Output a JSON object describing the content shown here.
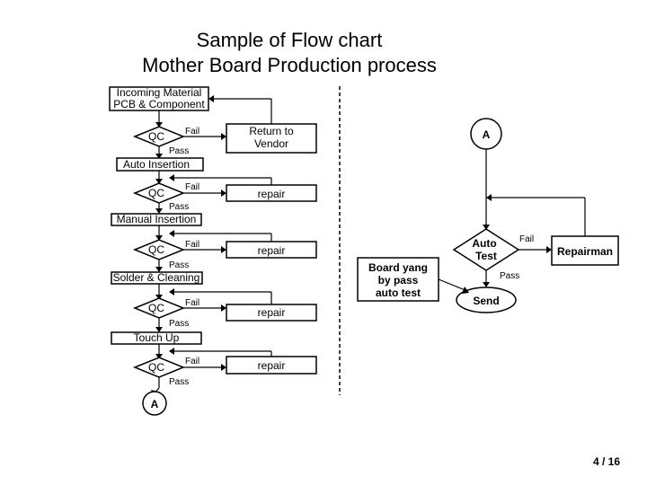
{
  "title_line1": "Sample of Flow chart",
  "title_line2": "Mother Board Production process",
  "steps": {
    "incoming_line1": "Incoming Material",
    "incoming_line2": "PCB & Component",
    "auto_insertion": "Auto Insertion",
    "manual_insertion": "Manual Insertion",
    "solder_cleaning": "Solder & Cleaning",
    "touch_up": "Touch Up"
  },
  "qc_label": "QC",
  "fail_label": "Fail",
  "pass_label": "Pass",
  "return_vendor_line1": "Return to",
  "return_vendor_line2": "Vendor",
  "repair_label": "repair",
  "connector_a": "A",
  "board_note_line1": "Board yang",
  "board_note_line2": "by pass",
  "board_note_line3": "auto test",
  "auto_test_line1": "Auto",
  "auto_test_line2": "Test",
  "repairman": "Repairman",
  "send": "Send",
  "page_number": "4 / 16"
}
